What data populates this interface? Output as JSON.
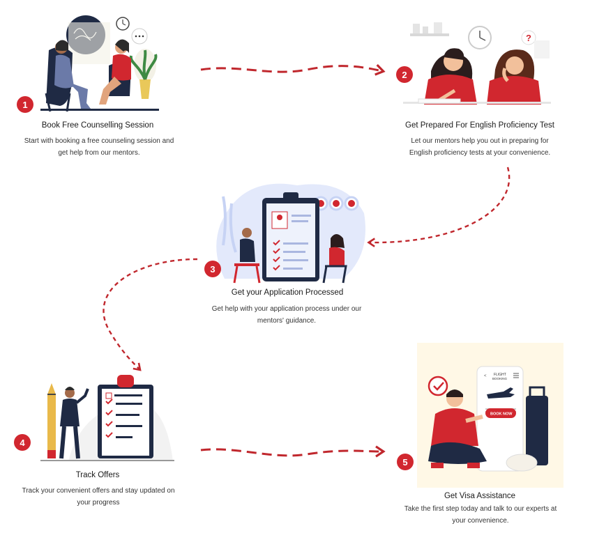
{
  "steps": [
    {
      "number": "1",
      "title": "Book Free Counselling Session",
      "desc_line1": "Start with booking a free counseling session and",
      "desc_line2": "get help from our mentors."
    },
    {
      "number": "2",
      "title": "Get Prepared For English Proficiency Test",
      "desc_line1": "Let our mentors help you out in preparing for",
      "desc_line2": "English proficiency tests at your convenience."
    },
    {
      "number": "3",
      "title": "Get your Application Processed",
      "desc_line1": "Get help with your application process under our",
      "desc_line2": "mentors' guidance."
    },
    {
      "number": "4",
      "title": "Track Offers",
      "desc_line1": "Track your convenient offers and stay updated on",
      "desc_line2": "your progress"
    },
    {
      "number": "5",
      "title": "Get Visa Assistance",
      "desc_line1": "Take the first step today and talk to our experts at",
      "desc_line2": "your convenience."
    }
  ],
  "phone": {
    "header_line1": "FLIGHT",
    "header_line2": "BOOKING",
    "book_now": "BOOK NOW"
  },
  "colors": {
    "accent": "#d1272f",
    "navy": "#1f2a44",
    "light_blue": "#e3e9fb",
    "cream": "#fff8e6"
  }
}
